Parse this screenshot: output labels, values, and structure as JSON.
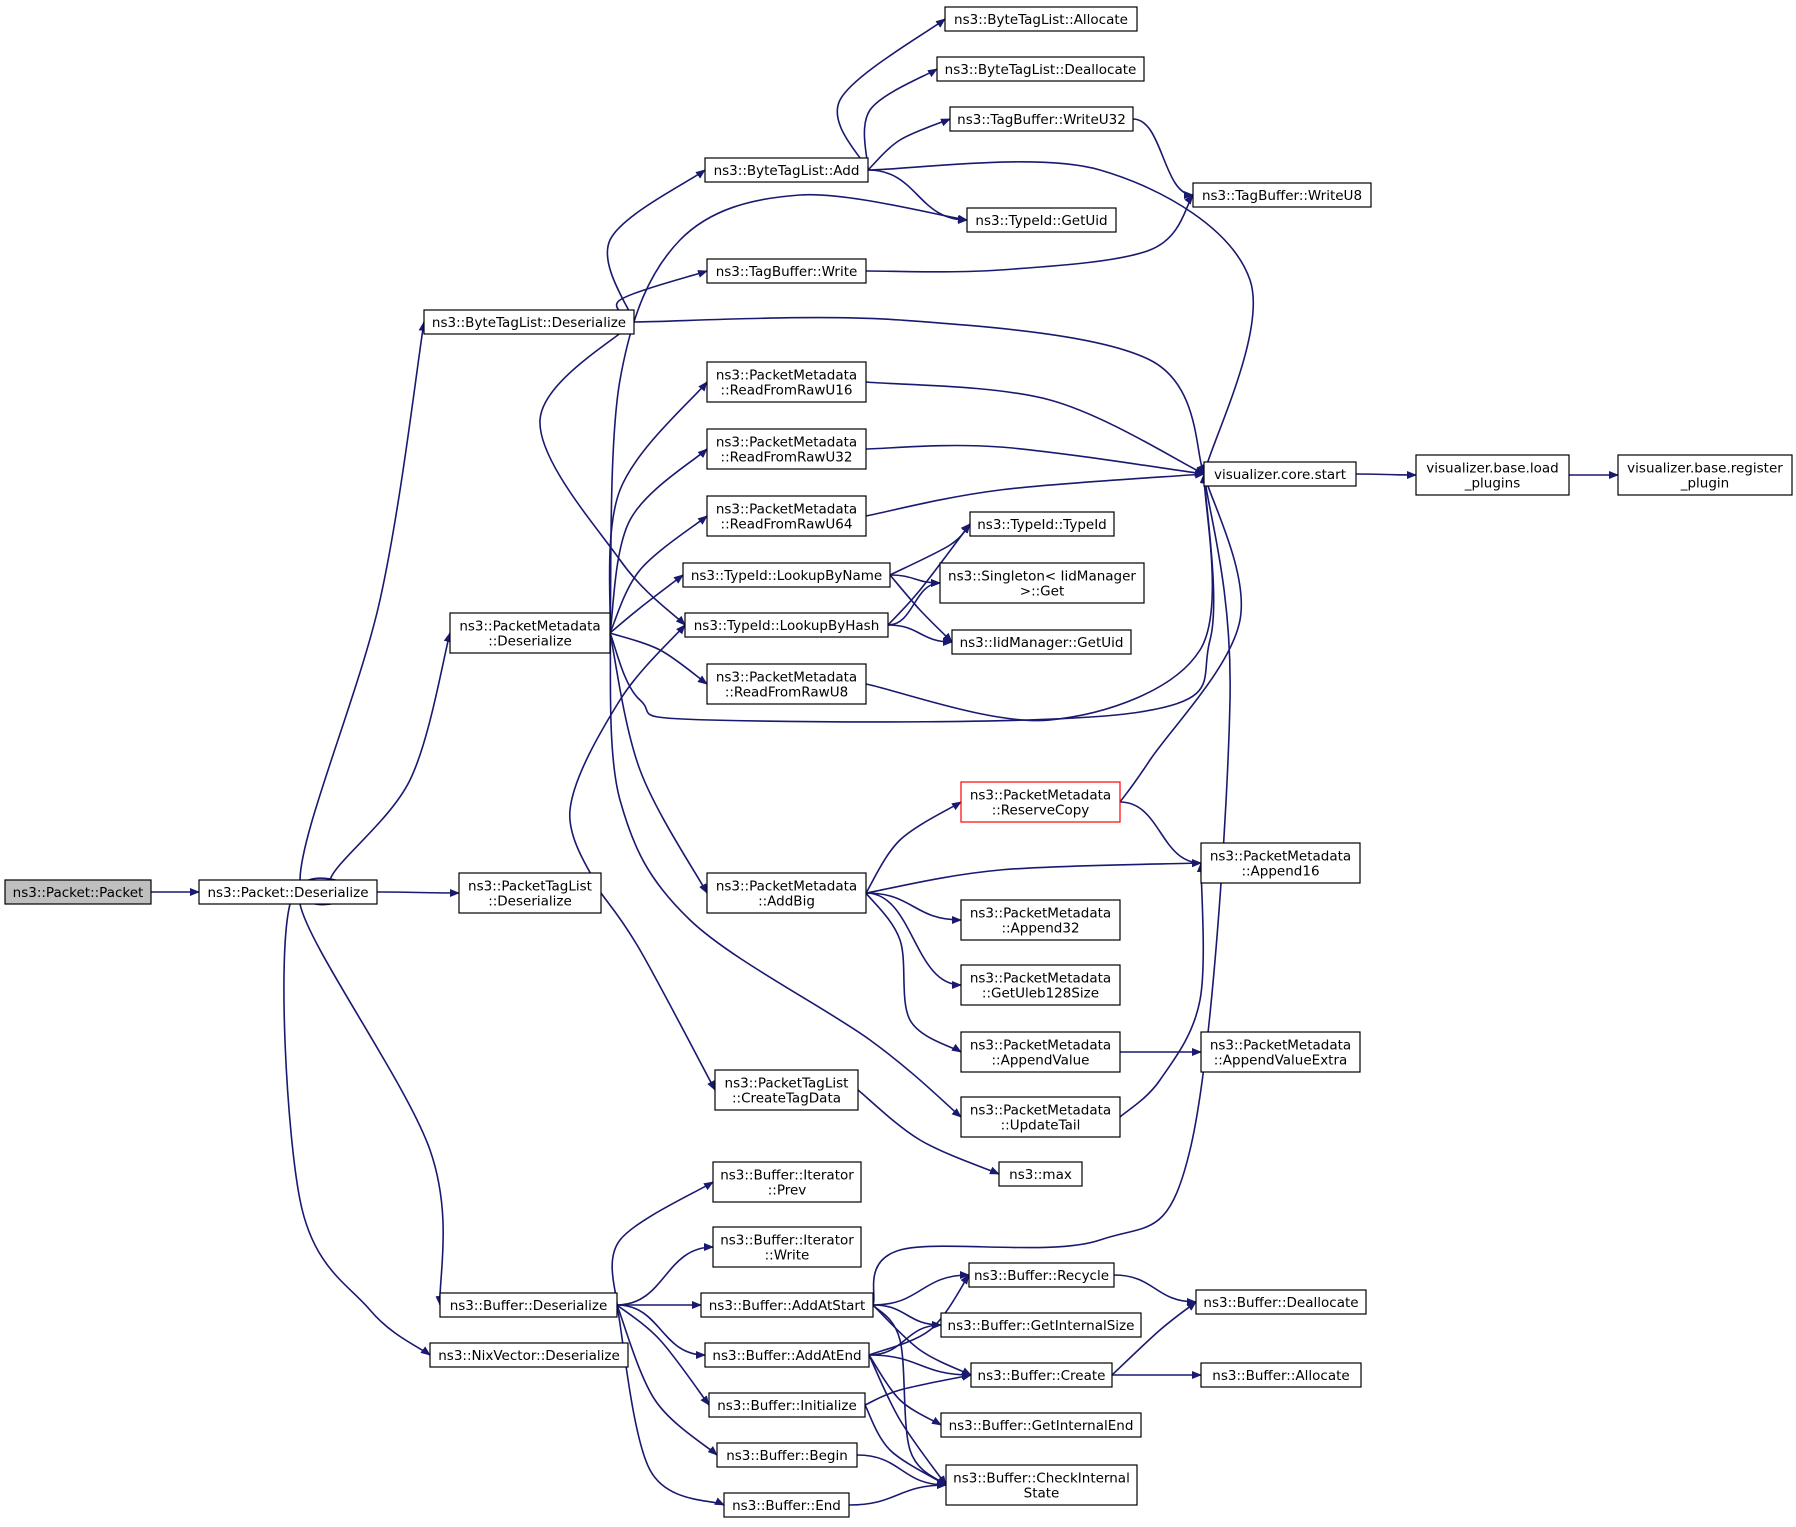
{
  "graph": {
    "title": "",
    "colors": {
      "edge": "#191970",
      "node_border": "#000000",
      "root_fill": "#bfbfbf",
      "highlight_border": "#ff0000"
    },
    "nodes": [
      {
        "id": "packet_ctor",
        "lines": [
          "ns3::Packet::Packet"
        ],
        "style": "root"
      },
      {
        "id": "packet_deser",
        "lines": [
          "ns3::Packet::Deserialize"
        ]
      },
      {
        "id": "btl_deser",
        "lines": [
          "ns3::ByteTagList::Deserialize"
        ]
      },
      {
        "id": "pm_deser",
        "lines": [
          "ns3::PacketMetadata",
          "::Deserialize"
        ]
      },
      {
        "id": "ptl_deser",
        "lines": [
          "ns3::PacketTagList",
          "::Deserialize"
        ]
      },
      {
        "id": "buf_deser",
        "lines": [
          "ns3::Buffer::Deserialize"
        ]
      },
      {
        "id": "nix_deser",
        "lines": [
          "ns3::NixVector::Deserialize"
        ]
      },
      {
        "id": "btl_add",
        "lines": [
          "ns3::ByteTagList::Add"
        ]
      },
      {
        "id": "tb_write",
        "lines": [
          "ns3::TagBuffer::Write"
        ]
      },
      {
        "id": "pm_rr16",
        "lines": [
          "ns3::PacketMetadata",
          "::ReadFromRawU16"
        ]
      },
      {
        "id": "pm_rr32",
        "lines": [
          "ns3::PacketMetadata",
          "::ReadFromRawU32"
        ]
      },
      {
        "id": "pm_rr64",
        "lines": [
          "ns3::PacketMetadata",
          "::ReadFromRawU64"
        ]
      },
      {
        "id": "tid_lookup_name",
        "lines": [
          "ns3::TypeId::LookupByName"
        ]
      },
      {
        "id": "tid_lookup_hash",
        "lines": [
          "ns3::TypeId::LookupByHash"
        ]
      },
      {
        "id": "pm_rr8",
        "lines": [
          "ns3::PacketMetadata",
          "::ReadFromRawU8"
        ]
      },
      {
        "id": "pm_addbig",
        "lines": [
          "ns3::PacketMetadata",
          "::AddBig"
        ]
      },
      {
        "id": "ptl_create",
        "lines": [
          "ns3::PacketTagList",
          "::CreateTagData"
        ]
      },
      {
        "id": "bi_prev",
        "lines": [
          "ns3::Buffer::Iterator",
          "::Prev"
        ]
      },
      {
        "id": "bi_write",
        "lines": [
          "ns3::Buffer::Iterator",
          "::Write"
        ]
      },
      {
        "id": "buf_addstart",
        "lines": [
          "ns3::Buffer::AddAtStart"
        ]
      },
      {
        "id": "buf_addend",
        "lines": [
          "ns3::Buffer::AddAtEnd"
        ]
      },
      {
        "id": "buf_init",
        "lines": [
          "ns3::Buffer::Initialize"
        ]
      },
      {
        "id": "buf_begin",
        "lines": [
          "ns3::Buffer::Begin"
        ]
      },
      {
        "id": "buf_end",
        "lines": [
          "ns3::Buffer::End"
        ]
      },
      {
        "id": "btl_alloc",
        "lines": [
          "ns3::ByteTagList::Allocate"
        ]
      },
      {
        "id": "btl_dealloc",
        "lines": [
          "ns3::ByteTagList::Deallocate"
        ]
      },
      {
        "id": "tb_w32",
        "lines": [
          "ns3::TagBuffer::WriteU32"
        ]
      },
      {
        "id": "tid_getuid",
        "lines": [
          "ns3::TypeId::GetUid"
        ]
      },
      {
        "id": "tid_typeid",
        "lines": [
          "ns3::TypeId::TypeId"
        ]
      },
      {
        "id": "singleton_get",
        "lines": [
          "ns3::Singleton< IidManager",
          ">::Get"
        ]
      },
      {
        "id": "iid_getuid",
        "lines": [
          "ns3::IidManager::GetUid"
        ]
      },
      {
        "id": "pm_reserve",
        "lines": [
          "ns3::PacketMetadata",
          "::ReserveCopy"
        ],
        "style": "highlight"
      },
      {
        "id": "pm_a32",
        "lines": [
          "ns3::PacketMetadata",
          "::Append32"
        ]
      },
      {
        "id": "pm_uleb",
        "lines": [
          "ns3::PacketMetadata",
          "::GetUleb128Size"
        ]
      },
      {
        "id": "pm_appval",
        "lines": [
          "ns3::PacketMetadata",
          "::AppendValue"
        ]
      },
      {
        "id": "pm_updtail",
        "lines": [
          "ns3::PacketMetadata",
          "::UpdateTail"
        ]
      },
      {
        "id": "ns3_max",
        "lines": [
          "ns3::max"
        ]
      },
      {
        "id": "buf_recycle",
        "lines": [
          "ns3::Buffer::Recycle"
        ]
      },
      {
        "id": "buf_intsize",
        "lines": [
          "ns3::Buffer::GetInternalSize"
        ]
      },
      {
        "id": "buf_create",
        "lines": [
          "ns3::Buffer::Create"
        ]
      },
      {
        "id": "buf_intend",
        "lines": [
          "ns3::Buffer::GetInternalEnd"
        ]
      },
      {
        "id": "buf_check",
        "lines": [
          "ns3::Buffer::CheckInternal",
          "State"
        ]
      },
      {
        "id": "tb_w8",
        "lines": [
          "ns3::TagBuffer::WriteU8"
        ]
      },
      {
        "id": "viz_start",
        "lines": [
          "visualizer.core.start"
        ]
      },
      {
        "id": "pm_a16",
        "lines": [
          "ns3::PacketMetadata",
          "::Append16"
        ]
      },
      {
        "id": "pm_appvalx",
        "lines": [
          "ns3::PacketMetadata",
          "::AppendValueExtra"
        ]
      },
      {
        "id": "buf_dealloc",
        "lines": [
          "ns3::Buffer::Deallocate"
        ]
      },
      {
        "id": "buf_alloc",
        "lines": [
          "ns3::Buffer::Allocate"
        ]
      },
      {
        "id": "viz_load",
        "lines": [
          "visualizer.base.load",
          "_plugins"
        ]
      },
      {
        "id": "viz_register",
        "lines": [
          "visualizer.base.register",
          "_plugin"
        ]
      }
    ]
  }
}
